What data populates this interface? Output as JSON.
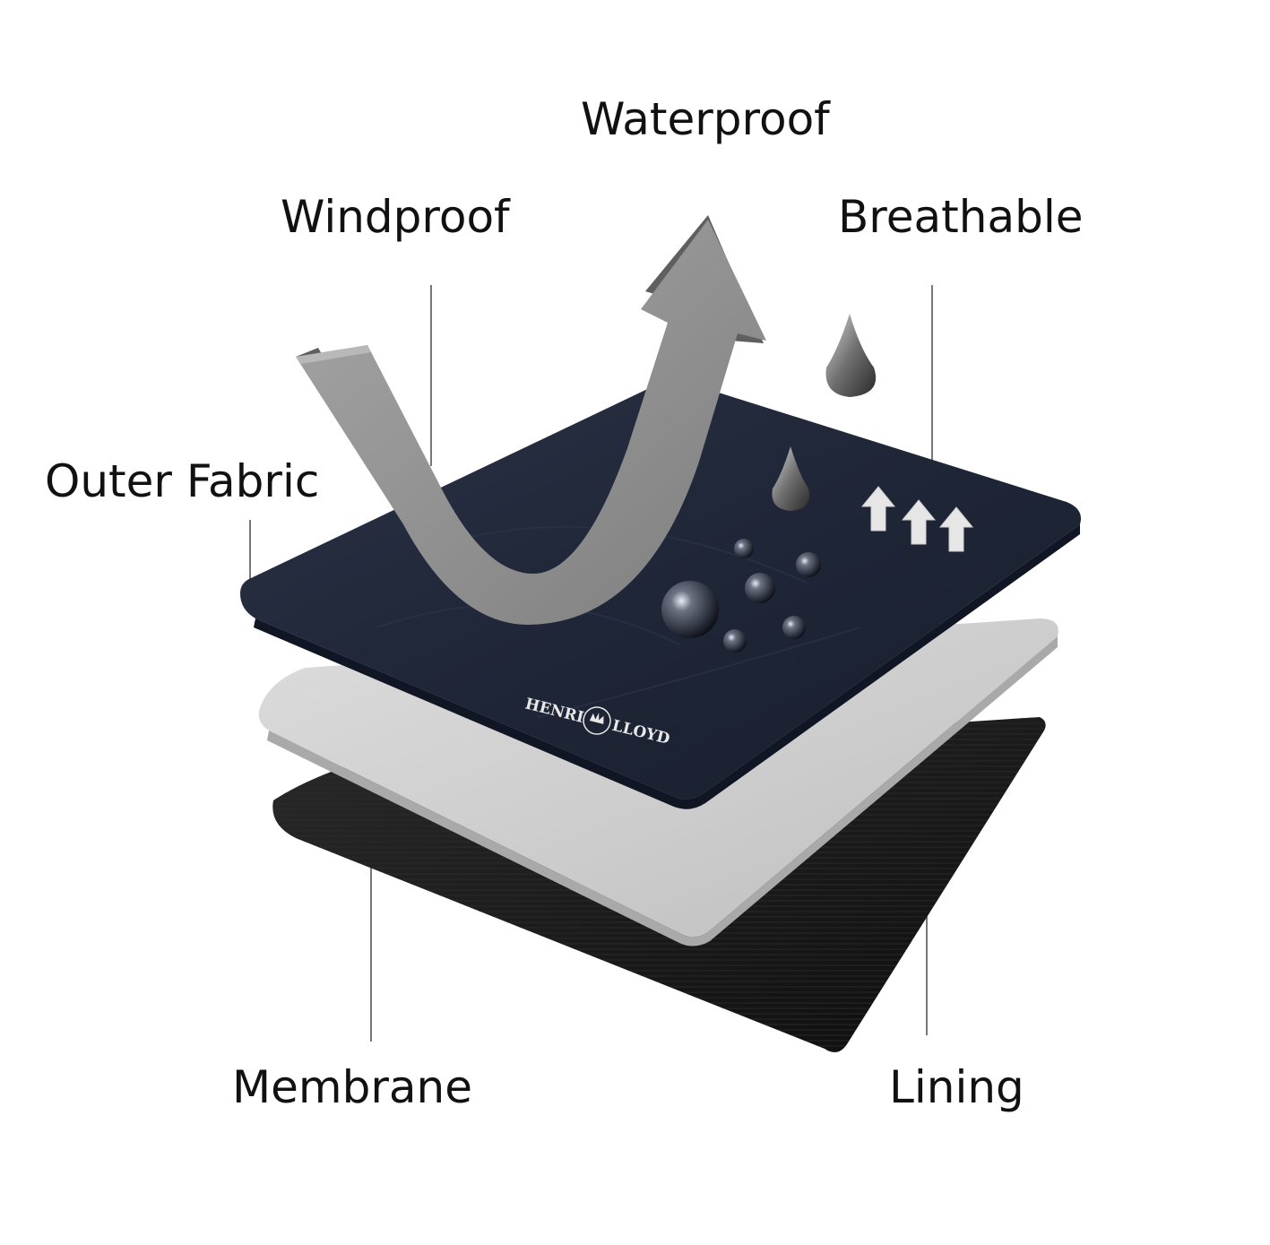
{
  "labels": {
    "waterproof": "Waterproof",
    "windproof": "Windproof",
    "breathable": "Breathable",
    "outer_fabric": "Outer Fabric",
    "membrane": "Membrane",
    "lining": "Lining"
  },
  "logo": {
    "text_left": "HENRI",
    "text_right": "LLOYD"
  },
  "colors": {
    "outer_fabric": "#1f2637",
    "membrane": "#cfcfcf",
    "lining": "#151515",
    "wind_arrow": "#8e8e8e",
    "leader_line": "#555555",
    "text": "#111111"
  },
  "icons": [
    "wind-arrow-icon",
    "water-drop-icon",
    "breathable-arrow-icon",
    "water-bead-icon",
    "crown-icon"
  ]
}
